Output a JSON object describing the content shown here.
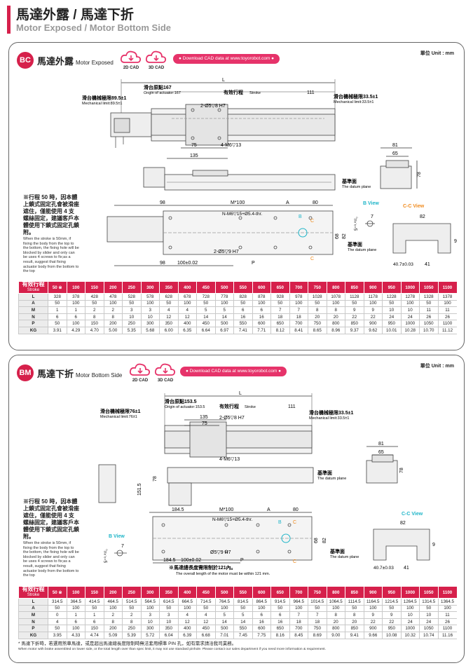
{
  "header": {
    "title": "馬達外露 / 馬達下折",
    "subtitle": "Motor Exposed / Motor Bottom Side"
  },
  "colors": {
    "accent": "#d6204b",
    "download_button": "#e6336a",
    "cyan_label": "#1fb5c8",
    "orange_label": "#f08a1c"
  },
  "common": {
    "unit": "單位 Unit : mm",
    "cad_2d": "2D CAD",
    "cad_3d": "3D CAD",
    "download": "● Download CAD data at www.toyorobot.com ●",
    "icons": {
      "cad": "cloud-download-icon"
    }
  },
  "sections": [
    {
      "badge": "BC",
      "title_zh": "馬達外露",
      "title_en": "Motor Exposed",
      "dims": {
        "L": "L",
        "limit_left_zh": "滑台機械極限89.5±1",
        "limit_left_en": "Mechanical limit:89.5±1",
        "origin_zh": "滑台原點167",
        "origin_en": "Origin of actuator:167",
        "stroke_zh": "有效行程",
        "stroke_en": "Stroke",
        "d111": "111",
        "limit_right_zh": "滑台機械極限33.5±1",
        "limit_right_en": "Mechanical limit:33.5±1",
        "hole1": "2-Ø5▽8 H7",
        "d75": "75",
        "d135": "135",
        "m6": "4-M6▽13",
        "d81": "81",
        "d65": "65",
        "d78": "78",
        "datum_zh": "基準面",
        "datum_en": "The datum plane",
        "d98": "98",
        "m100": "M*100",
        "A": "A",
        "d80": "80",
        "nm6": "N-M6▽15+Ø5.4-thr.",
        "B": "B",
        "C": "C",
        "d68": "68",
        "d82": "82",
        "hole2": "2-Ø5▽9 H7",
        "d98b": "98",
        "d100": "100±0.02",
        "P": "P",
        "b_view": "B View",
        "c_view": "C-C View",
        "d5": "5⁺⁰·⁰¹²₀",
        "d7": "7",
        "d82b": "82",
        "d9": "9",
        "d40": "40.7±0.03",
        "d41": "41",
        "datum2_zh": "基準面",
        "datum2_en": "The datum plane"
      },
      "note_zh": "※行程 50 時，因本體上鎖式固定孔會被滑座遮住，僅能使用 4 支螺絲固定，建議客戶本體使用下鎖式固定孔鎖附。",
      "note_en": "When the stroke is 50mm, if fixing the body from the top to the bottom, the fixing hole will be blocked by slider and only can be uses 4 screws to fix;as a result, suggest that fixing actuator body from the bottom to the top",
      "table": {
        "row_header_zh": "有效行程",
        "row_header_en": "Stroke",
        "columns": [
          "50 ※",
          "100",
          "150",
          "200",
          "250",
          "300",
          "350",
          "400",
          "450",
          "500",
          "550",
          "600",
          "650",
          "700",
          "750",
          "800",
          "850",
          "900",
          "950",
          "1000",
          "1050",
          "1100"
        ],
        "rows": [
          {
            "label": "L",
            "values": [
              "328",
              "378",
              "428",
              "478",
              "528",
              "578",
              "628",
              "678",
              "728",
              "778",
              "828",
              "878",
              "928",
              "978",
              "1028",
              "1078",
              "1128",
              "1178",
              "1228",
              "1278",
              "1328",
              "1378"
            ]
          },
          {
            "label": "A",
            "values": [
              "50",
              "100",
              "50",
              "100",
              "50",
              "100",
              "50",
              "100",
              "50",
              "100",
              "50",
              "100",
              "50",
              "100",
              "50",
              "100",
              "50",
              "100",
              "50",
              "100",
              "50",
              "100"
            ]
          },
          {
            "label": "M",
            "values": [
              "1",
              "1",
              "2",
              "2",
              "3",
              "3",
              "4",
              "4",
              "5",
              "5",
              "6",
              "6",
              "7",
              "7",
              "8",
              "8",
              "9",
              "9",
              "10",
              "10",
              "11",
              "11"
            ]
          },
          {
            "label": "N",
            "values": [
              "6",
              "6",
              "8",
              "8",
              "10",
              "10",
              "12",
              "12",
              "14",
              "14",
              "16",
              "16",
              "18",
              "18",
              "20",
              "20",
              "22",
              "22",
              "24",
              "24",
              "26",
              "26"
            ]
          },
          {
            "label": "P",
            "values": [
              "50",
              "100",
              "150",
              "200",
              "250",
              "300",
              "350",
              "400",
              "450",
              "500",
              "550",
              "600",
              "650",
              "700",
              "750",
              "800",
              "850",
              "900",
              "950",
              "1000",
              "1050",
              "1100"
            ]
          },
          {
            "label": "KG",
            "values": [
              "3.91",
              "4.29",
              "4.70",
              "5.00",
              "5.35",
              "5.68",
              "6.00",
              "6.35",
              "6.64",
              "6.97",
              "7.41",
              "7.71",
              "8.12",
              "8.41",
              "8.65",
              "8.96",
              "9.37",
              "9.62",
              "10.01",
              "10.28",
              "10.70",
              "11.12"
            ]
          }
        ]
      }
    },
    {
      "badge": "BM",
      "title_zh": "馬達下折",
      "title_en": "Motor Bottom Side",
      "dims": {
        "L": "L",
        "limit_left_zh": "滑台機械極限76±1",
        "limit_left_en": "Mechanical limit:76±1",
        "origin_zh": "滑台原點153.5",
        "origin_en": "Origin of actuator:153.5",
        "stroke_zh": "有效行程",
        "stroke_en": "Stroke",
        "d111": "111",
        "limit_right_zh": "滑台機械極限33.5±1",
        "limit_right_en": "Mechanical limit:33.5±1",
        "hole1": "2-Ø5▽8 H7",
        "d75": "75",
        "d135": "135",
        "m6": "4-M6▽13",
        "d81": "81",
        "d65": "65",
        "d78": "78",
        "d1515": "151.5",
        "d78b": "78",
        "datum_zh": "基準面",
        "datum_en": "The datum plane",
        "d1845": "184.5",
        "m100": "M*100",
        "A": "A",
        "d80": "80",
        "nm6": "N-M6▽15+Ø5.4-thr.",
        "B": "B",
        "C": "C",
        "d68": "68",
        "d82": "82",
        "hole2": "Ø5▽9 H7",
        "d1845b": "184.5",
        "d100": "100±0.02",
        "P": "P",
        "b_view": "B View",
        "c_view": "C-C View",
        "d5": "5⁺⁰·⁰¹²₀",
        "d7": "7",
        "d82b": "82",
        "d9": "9",
        "d40": "40.7±0.03",
        "d41": "41",
        "datum2_zh": "基準面",
        "datum2_en": "The datum plane",
        "cable_zh": "※馬達總長度需限制於121內。",
        "cable_en": "The overall length of the motor must be within 121 mm."
      },
      "note_zh": "※行程 50 時，因本體上鎖式固定孔會被滑座遮住，僅能使用 4 支螺絲固定，建議客戶本體使用下鎖式固定孔鎖附。",
      "note_en": "When the stroke is 50mm, if fixing the body from the top to the bottom, the fixing hole will be blocked by slider and only can be uses 4 screws to fix;as a result, suggest that fixing actuator body from the bottom to the top",
      "table": {
        "row_header_zh": "有效行程",
        "row_header_en": "Stroke",
        "columns": [
          "50 ※",
          "100",
          "150",
          "200",
          "250",
          "300",
          "350",
          "400",
          "450",
          "500",
          "550",
          "600",
          "650",
          "700",
          "750",
          "800",
          "850",
          "900",
          "950",
          "1000",
          "1050",
          "1100"
        ],
        "rows": [
          {
            "label": "L",
            "values": [
              "314.5",
              "364.5",
              "414.5",
              "464.5",
              "514.5",
              "564.5",
              "614.5",
              "664.5",
              "714.5",
              "764.5",
              "814.5",
              "864.5",
              "914.5",
              "964.5",
              "1014.5",
              "1064.5",
              "1114.5",
              "1164.5",
              "1214.5",
              "1264.5",
              "1314.5",
              "1364.5"
            ]
          },
          {
            "label": "A",
            "values": [
              "50",
              "100",
              "50",
              "100",
              "50",
              "100",
              "50",
              "100",
              "50",
              "100",
              "50",
              "100",
              "50",
              "100",
              "50",
              "100",
              "50",
              "100",
              "50",
              "100",
              "50",
              "100"
            ]
          },
          {
            "label": "M",
            "values": [
              "0",
              "1",
              "1",
              "2",
              "2",
              "3",
              "3",
              "4",
              "4",
              "5",
              "5",
              "6",
              "6",
              "7",
              "7",
              "8",
              "8",
              "9",
              "9",
              "10",
              "10",
              "11"
            ]
          },
          {
            "label": "N",
            "values": [
              "4",
              "6",
              "6",
              "8",
              "8",
              "10",
              "10",
              "12",
              "12",
              "14",
              "14",
              "16",
              "16",
              "18",
              "18",
              "20",
              "20",
              "22",
              "22",
              "24",
              "24",
              "26"
            ]
          },
          {
            "label": "P",
            "values": [
              "50",
              "100",
              "150",
              "200",
              "250",
              "300",
              "350",
              "400",
              "450",
              "500",
              "550",
              "600",
              "650",
              "700",
              "750",
              "800",
              "850",
              "900",
              "950",
              "1000",
              "1050",
              "1100"
            ]
          },
          {
            "label": "KG",
            "values": [
              "3.95",
              "4.33",
              "4.74",
              "5.09",
              "5.39",
              "5.72",
              "6.04",
              "6.39",
              "6.68",
              "7.01",
              "7.45",
              "7.75",
              "8.16",
              "8.45",
              "8.69",
              "9.00",
              "9.41",
              "9.66",
              "10.08",
              "10.32",
              "10.74",
              "11.16"
            ]
          }
        ]
      },
      "footnote_zh": "* 馬達下折時，若選用煞車馬達，或是超出馬達總長度限制時無法套用標準 PIN 孔，如有需求請洽我司業務。",
      "footnote_en": "When motor with brake assembled on lower side, or the total length over than spec limit, it may not use standard pinhole. Please contact our sales department if you need more information & requirement."
    }
  ]
}
